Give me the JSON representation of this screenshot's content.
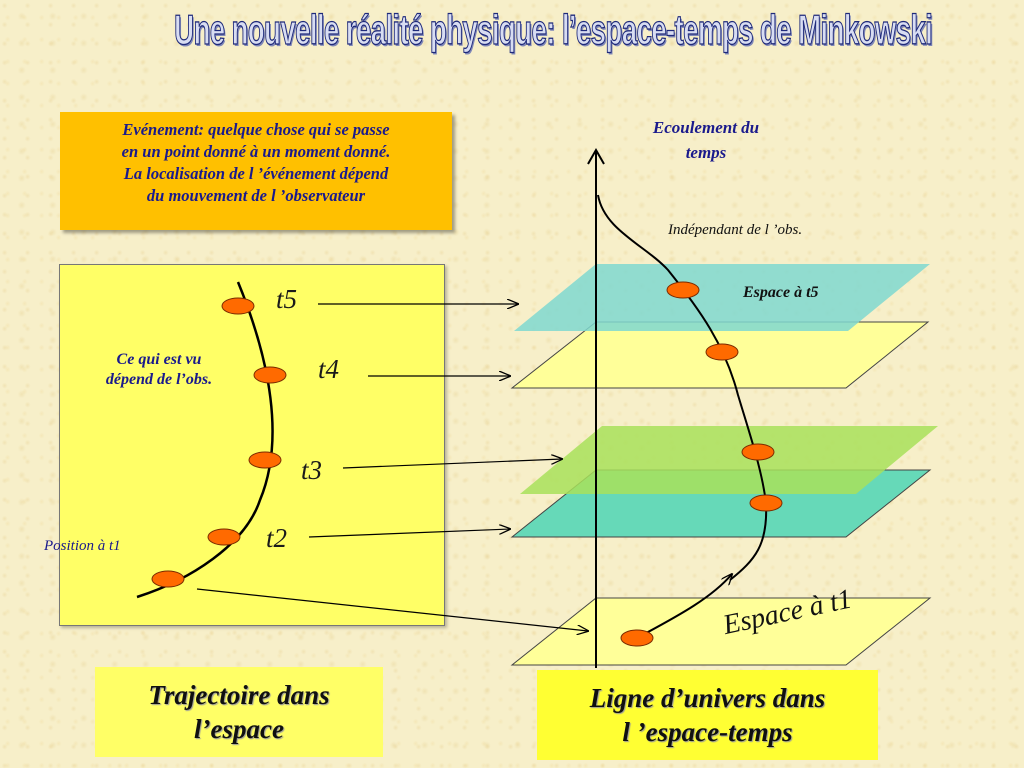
{
  "title": "Une nouvelle réalité physique:  l’espace-temps de Minkowski",
  "definition": {
    "line1": "Evénement: quelque chose qui se passe",
    "line2": "en un point donné à un moment donné.",
    "line3": "La localisation de l ’événement dépend",
    "line4": "du mouvement de l ’observateur"
  },
  "left_panel": {
    "seen_line1": "Ce qui est vu",
    "seen_line2": "dépend de l’obs.",
    "position_t1": "Position à t1",
    "times": [
      "t5",
      "t4",
      "t3",
      "t2"
    ]
  },
  "right_panel": {
    "axis_label_line1": "Ecoulement du",
    "axis_label_line2": "temps",
    "independent": "Indépendant de l ’obs.",
    "space_t5": "Espace à t5",
    "space_t1": "Espace à t1"
  },
  "captions": {
    "trajectory_line1": "Trajectoire dans",
    "trajectory_line2": "l’espace",
    "worldline_line1": "Ligne d’univers dans",
    "worldline_line2": "l ’espace-temps"
  },
  "colors": {
    "event_fill": "#ff6a00",
    "plane_yellow": "#ffff99",
    "plane_cyan": "#66d9c8",
    "plane_green": "#a8e05a",
    "plane_t5": "#7fd8d0",
    "text_blue": "#1a1a8c"
  }
}
